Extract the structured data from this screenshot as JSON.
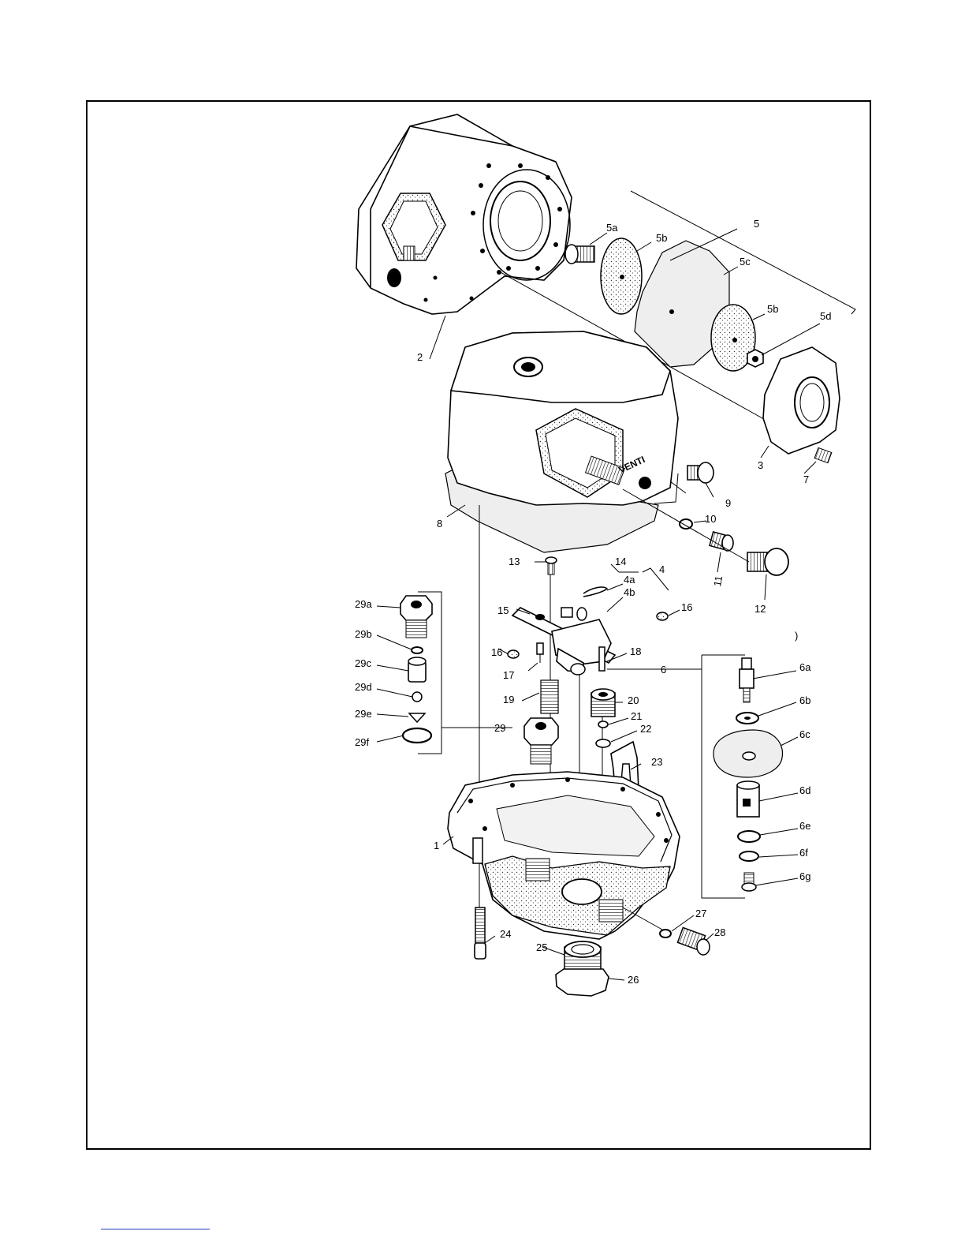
{
  "diagram": {
    "body_text": "VENTI",
    "stray_mark": ")",
    "labels": [
      {
        "id": "2",
        "text": "2"
      },
      {
        "id": "5",
        "text": "5"
      },
      {
        "id": "5a",
        "text": "5a"
      },
      {
        "id": "5b-top",
        "text": "5b"
      },
      {
        "id": "5c",
        "text": "5c"
      },
      {
        "id": "5b-bottom",
        "text": "5b"
      },
      {
        "id": "5d",
        "text": "5d"
      },
      {
        "id": "3",
        "text": "3"
      },
      {
        "id": "7",
        "text": "7"
      },
      {
        "id": "9",
        "text": "9"
      },
      {
        "id": "10",
        "text": "10"
      },
      {
        "id": "8",
        "text": "8"
      },
      {
        "id": "11",
        "text": "11"
      },
      {
        "id": "12",
        "text": "12"
      },
      {
        "id": "13",
        "text": "13"
      },
      {
        "id": "14",
        "text": "14"
      },
      {
        "id": "4",
        "text": "4"
      },
      {
        "id": "4a",
        "text": "4a"
      },
      {
        "id": "4b",
        "text": "4b"
      },
      {
        "id": "15",
        "text": "15"
      },
      {
        "id": "16-right",
        "text": "16"
      },
      {
        "id": "16-left",
        "text": "16"
      },
      {
        "id": "17",
        "text": "17"
      },
      {
        "id": "18",
        "text": "18"
      },
      {
        "id": "6",
        "text": "6"
      },
      {
        "id": "6a",
        "text": "6a"
      },
      {
        "id": "6b",
        "text": "6b"
      },
      {
        "id": "6c",
        "text": "6c"
      },
      {
        "id": "6d",
        "text": "6d"
      },
      {
        "id": "6e",
        "text": "6e"
      },
      {
        "id": "6f",
        "text": "6f"
      },
      {
        "id": "6g",
        "text": "6g"
      },
      {
        "id": "19",
        "text": "19"
      },
      {
        "id": "20",
        "text": "20"
      },
      {
        "id": "21",
        "text": "21"
      },
      {
        "id": "22",
        "text": "22"
      },
      {
        "id": "23",
        "text": "23"
      },
      {
        "id": "29",
        "text": "29"
      },
      {
        "id": "29a",
        "text": "29a"
      },
      {
        "id": "29b",
        "text": "29b"
      },
      {
        "id": "29c",
        "text": "29c"
      },
      {
        "id": "29d",
        "text": "29d"
      },
      {
        "id": "29e",
        "text": "29e"
      },
      {
        "id": "29f",
        "text": "29f"
      },
      {
        "id": "1",
        "text": "1"
      },
      {
        "id": "24",
        "text": "24"
      },
      {
        "id": "25",
        "text": "25"
      },
      {
        "id": "26",
        "text": "26"
      },
      {
        "id": "27",
        "text": "27"
      },
      {
        "id": "28",
        "text": "28"
      }
    ]
  }
}
